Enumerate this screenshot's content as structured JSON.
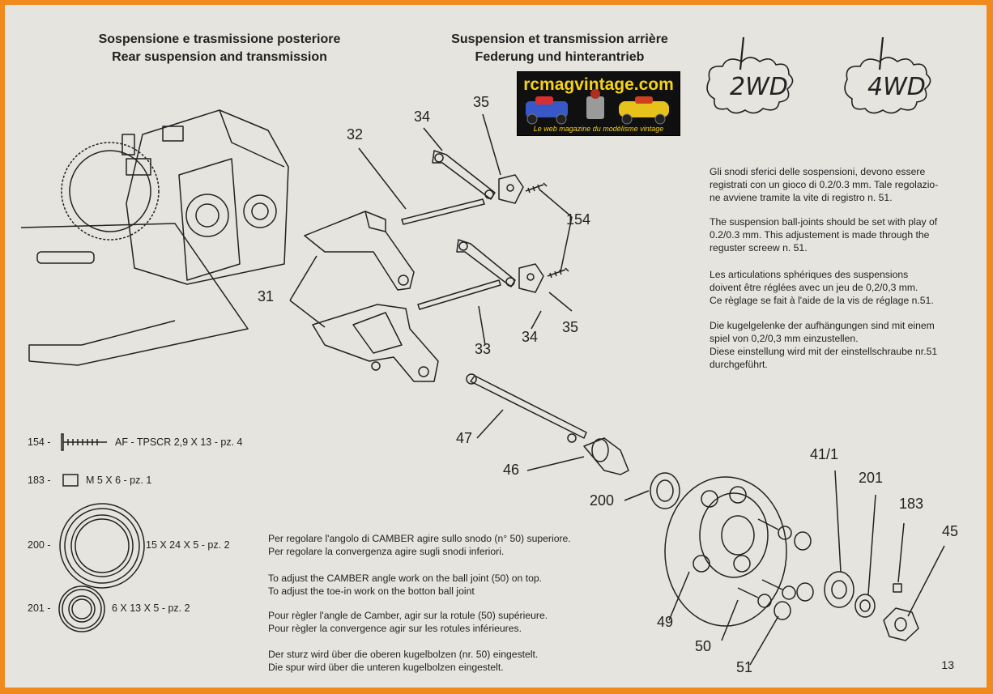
{
  "header": {
    "left_line1": "Sospensione e trasmissione posteriore",
    "left_line2": "Rear suspension and transmission",
    "right_line1": "Suspension et transmission arrière",
    "right_line2": "Federung und hinterantrieb"
  },
  "logo": {
    "title": "rcmagvintage.com",
    "subtitle": "Le web magazine du modélisme vintage"
  },
  "badges": [
    "2WD",
    "4WD"
  ],
  "adjustment_notes": [
    [
      "Gli snodi sferici delle sospensioni, devono essere",
      "registrati con un gioco di 0.2/0.3 mm. Tale regolazio-",
      "ne avviene tramite la vite di registro n. 51."
    ],
    [
      "The suspension ball-joints should be set with play of",
      "0.2/0.3 mm. This adjustement is made through the",
      "reguster screew n. 51."
    ],
    [
      "Les articulations sphériques des suspensions",
      "doivent être réglées avec un jeu de 0,2/0,3 mm.",
      "Ce règlage se fait à l'aide de la vis de réglage n.51."
    ],
    [
      "Die kugelgelenke der aufhängungen sind mit einem",
      "spiel von 0,2/0,3 mm einzustellen.",
      "Diese einstellung wird mit der einstellschraube nr.51",
      "durchgeführt."
    ]
  ],
  "camber_notes": [
    [
      "Per regolare l'angolo di CAMBER agire sullo snodo (n° 50) superiore.",
      "Per regolare la convergenza agire sugli snodi inferiori."
    ],
    [
      "To adjust the CAMBER angle work on the ball joint (50)  on top.",
      "To adjust the toe-in work on the botton ball joint"
    ],
    [
      "Pour règler l'angle de Camber, agir sur la rotule (50) supérieure.",
      "Pour règler la convergence agir sur les rotules inférieures."
    ],
    [
      "Der sturz wird über die oberen kugelbolzen (nr. 50) eingestelt.",
      "Die spur wird über die unteren kugelbolzen eingestelt."
    ]
  ],
  "legend": [
    {
      "num": "154 -",
      "desc": "AF - TPSCR 2,9 X 13 - pz. 4"
    },
    {
      "num": "183 -",
      "desc": "M 5 X 6 - pz. 1"
    },
    {
      "num": "200 -",
      "desc": "15 X 24 X 5 - pz. 2"
    },
    {
      "num": "201 -",
      "desc": "6 X 13 X 5 - pz. 2"
    }
  ],
  "callouts": [
    "32",
    "34",
    "35",
    "154",
    "31",
    "34",
    "35",
    "33",
    "47",
    "46",
    "200",
    "41/1",
    "201",
    "183",
    "45",
    "49",
    "50",
    "51"
  ],
  "page_number": "13"
}
